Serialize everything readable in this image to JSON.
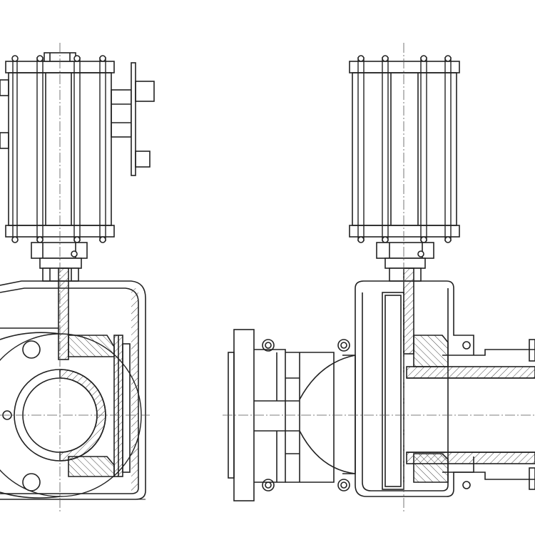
{
  "drawing": {
    "kind": "technical-drawing",
    "views": [
      "front-view-half-section",
      "side-view-section"
    ],
    "colors": {
      "background": "#ffffff",
      "line": "#222222",
      "hatch": "#444444"
    }
  }
}
